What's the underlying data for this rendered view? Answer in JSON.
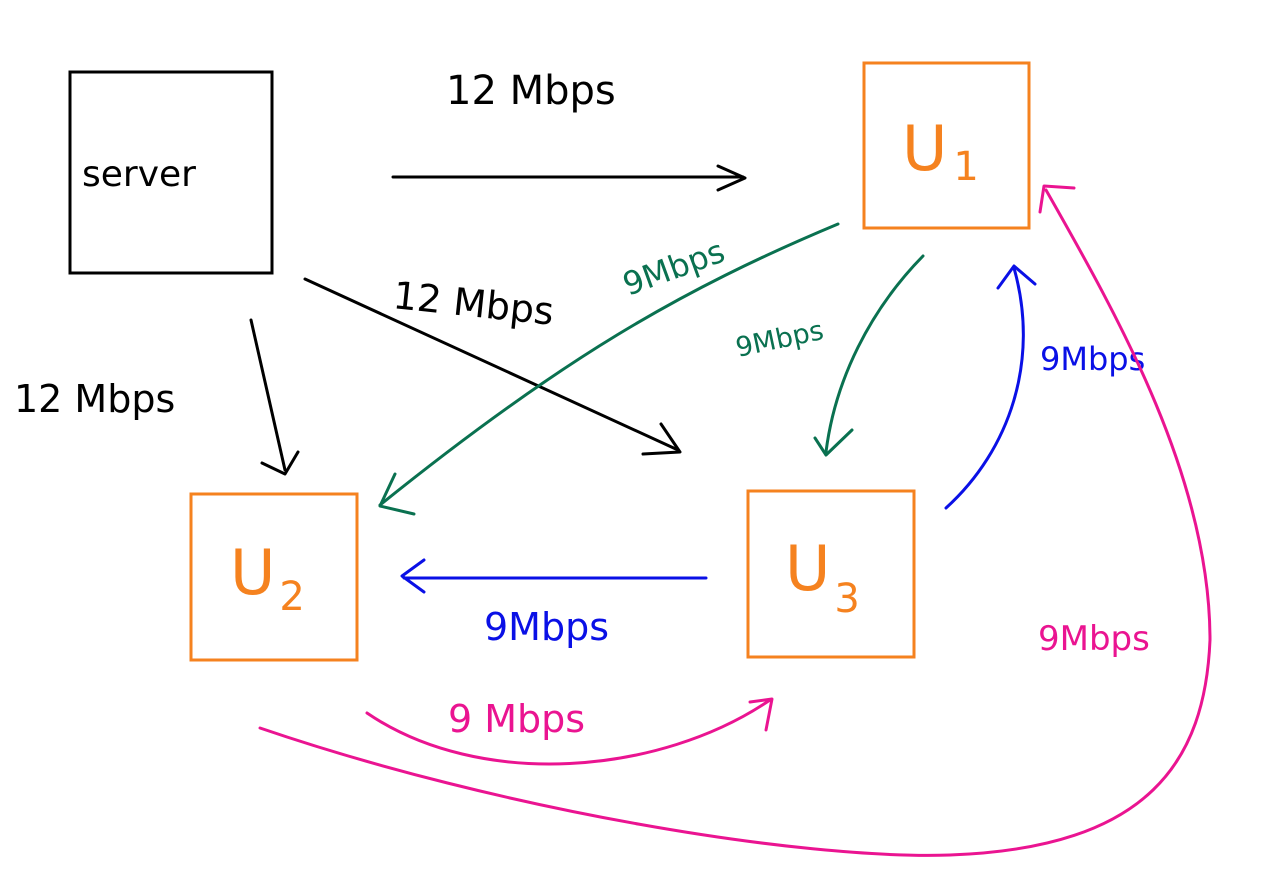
{
  "nodes": {
    "server": "server",
    "u1": "U1",
    "u2": "U2",
    "u3": "U3"
  },
  "node_labels": {
    "u1": {
      "letter": "U",
      "sub": "1"
    },
    "u2": {
      "letter": "U",
      "sub": "2"
    },
    "u3": {
      "letter": "U",
      "sub": "3"
    }
  },
  "edges": [
    {
      "id": "server-u1",
      "from": "server",
      "to": "u1",
      "label": "12 Mbps",
      "color": "#000000"
    },
    {
      "id": "server-u3",
      "from": "server",
      "to": "u3",
      "label": "12 Mbps",
      "color": "#000000"
    },
    {
      "id": "server-u2",
      "from": "server",
      "to": "u2",
      "label": "12 Mbps",
      "color": "#000000"
    },
    {
      "id": "u1-u2",
      "from": "u1",
      "to": "u2",
      "label": "9Mbps",
      "color": "#0a7150"
    },
    {
      "id": "u1-u3",
      "from": "u1",
      "to": "u3",
      "label": "9Mbps",
      "color": "#0a7150"
    },
    {
      "id": "u3-u1",
      "from": "u3",
      "to": "u1",
      "label": "9Mbps",
      "color": "#0a10e6"
    },
    {
      "id": "u3-u2",
      "from": "u3",
      "to": "u2",
      "label": "9Mbps",
      "color": "#0a10e6"
    },
    {
      "id": "u2-u3",
      "from": "u2",
      "to": "u3",
      "label": "9 Mbps",
      "color": "#ea1491"
    },
    {
      "id": "u2-u1",
      "from": "u2",
      "to": "u1",
      "label": "9Mbps",
      "color": "#ea1491"
    }
  ],
  "colors": {
    "server_box": "#000000",
    "user_box": "#f5821f",
    "black": "#000000",
    "green": "#0a7150",
    "blue": "#0a10e6",
    "pink": "#ea1491"
  }
}
